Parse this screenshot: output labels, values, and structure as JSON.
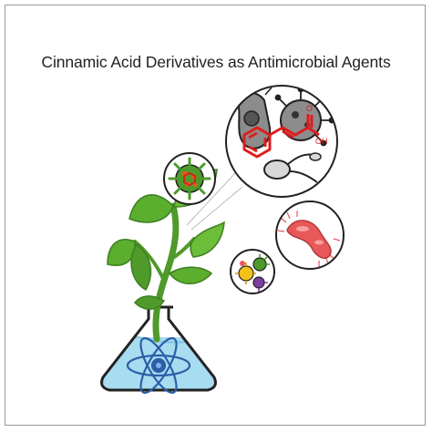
{
  "figure": {
    "title": "Cinnamic Acid Derivatives as Antimicrobial Agents",
    "molecule_label_O": "O",
    "molecule_label_OH": "OH"
  },
  "colors": {
    "molecule": "#e01b1b",
    "leaf": "#5cae2e",
    "stem": "#4f9a2a",
    "flask_liquid": "#a8dcf0",
    "atom": "#2a5fa8",
    "bacterium": "#e85858",
    "green_virus": "#4d9a2a",
    "outline": "#222222"
  },
  "icons": {
    "flask": "erlenmeyer-flask-icon",
    "atom": "atom-icon",
    "plant": "seedling-icon",
    "virus": "virus-icon",
    "bacteria": "bacteria-icon",
    "fungi": "fungal-cell-icon"
  }
}
